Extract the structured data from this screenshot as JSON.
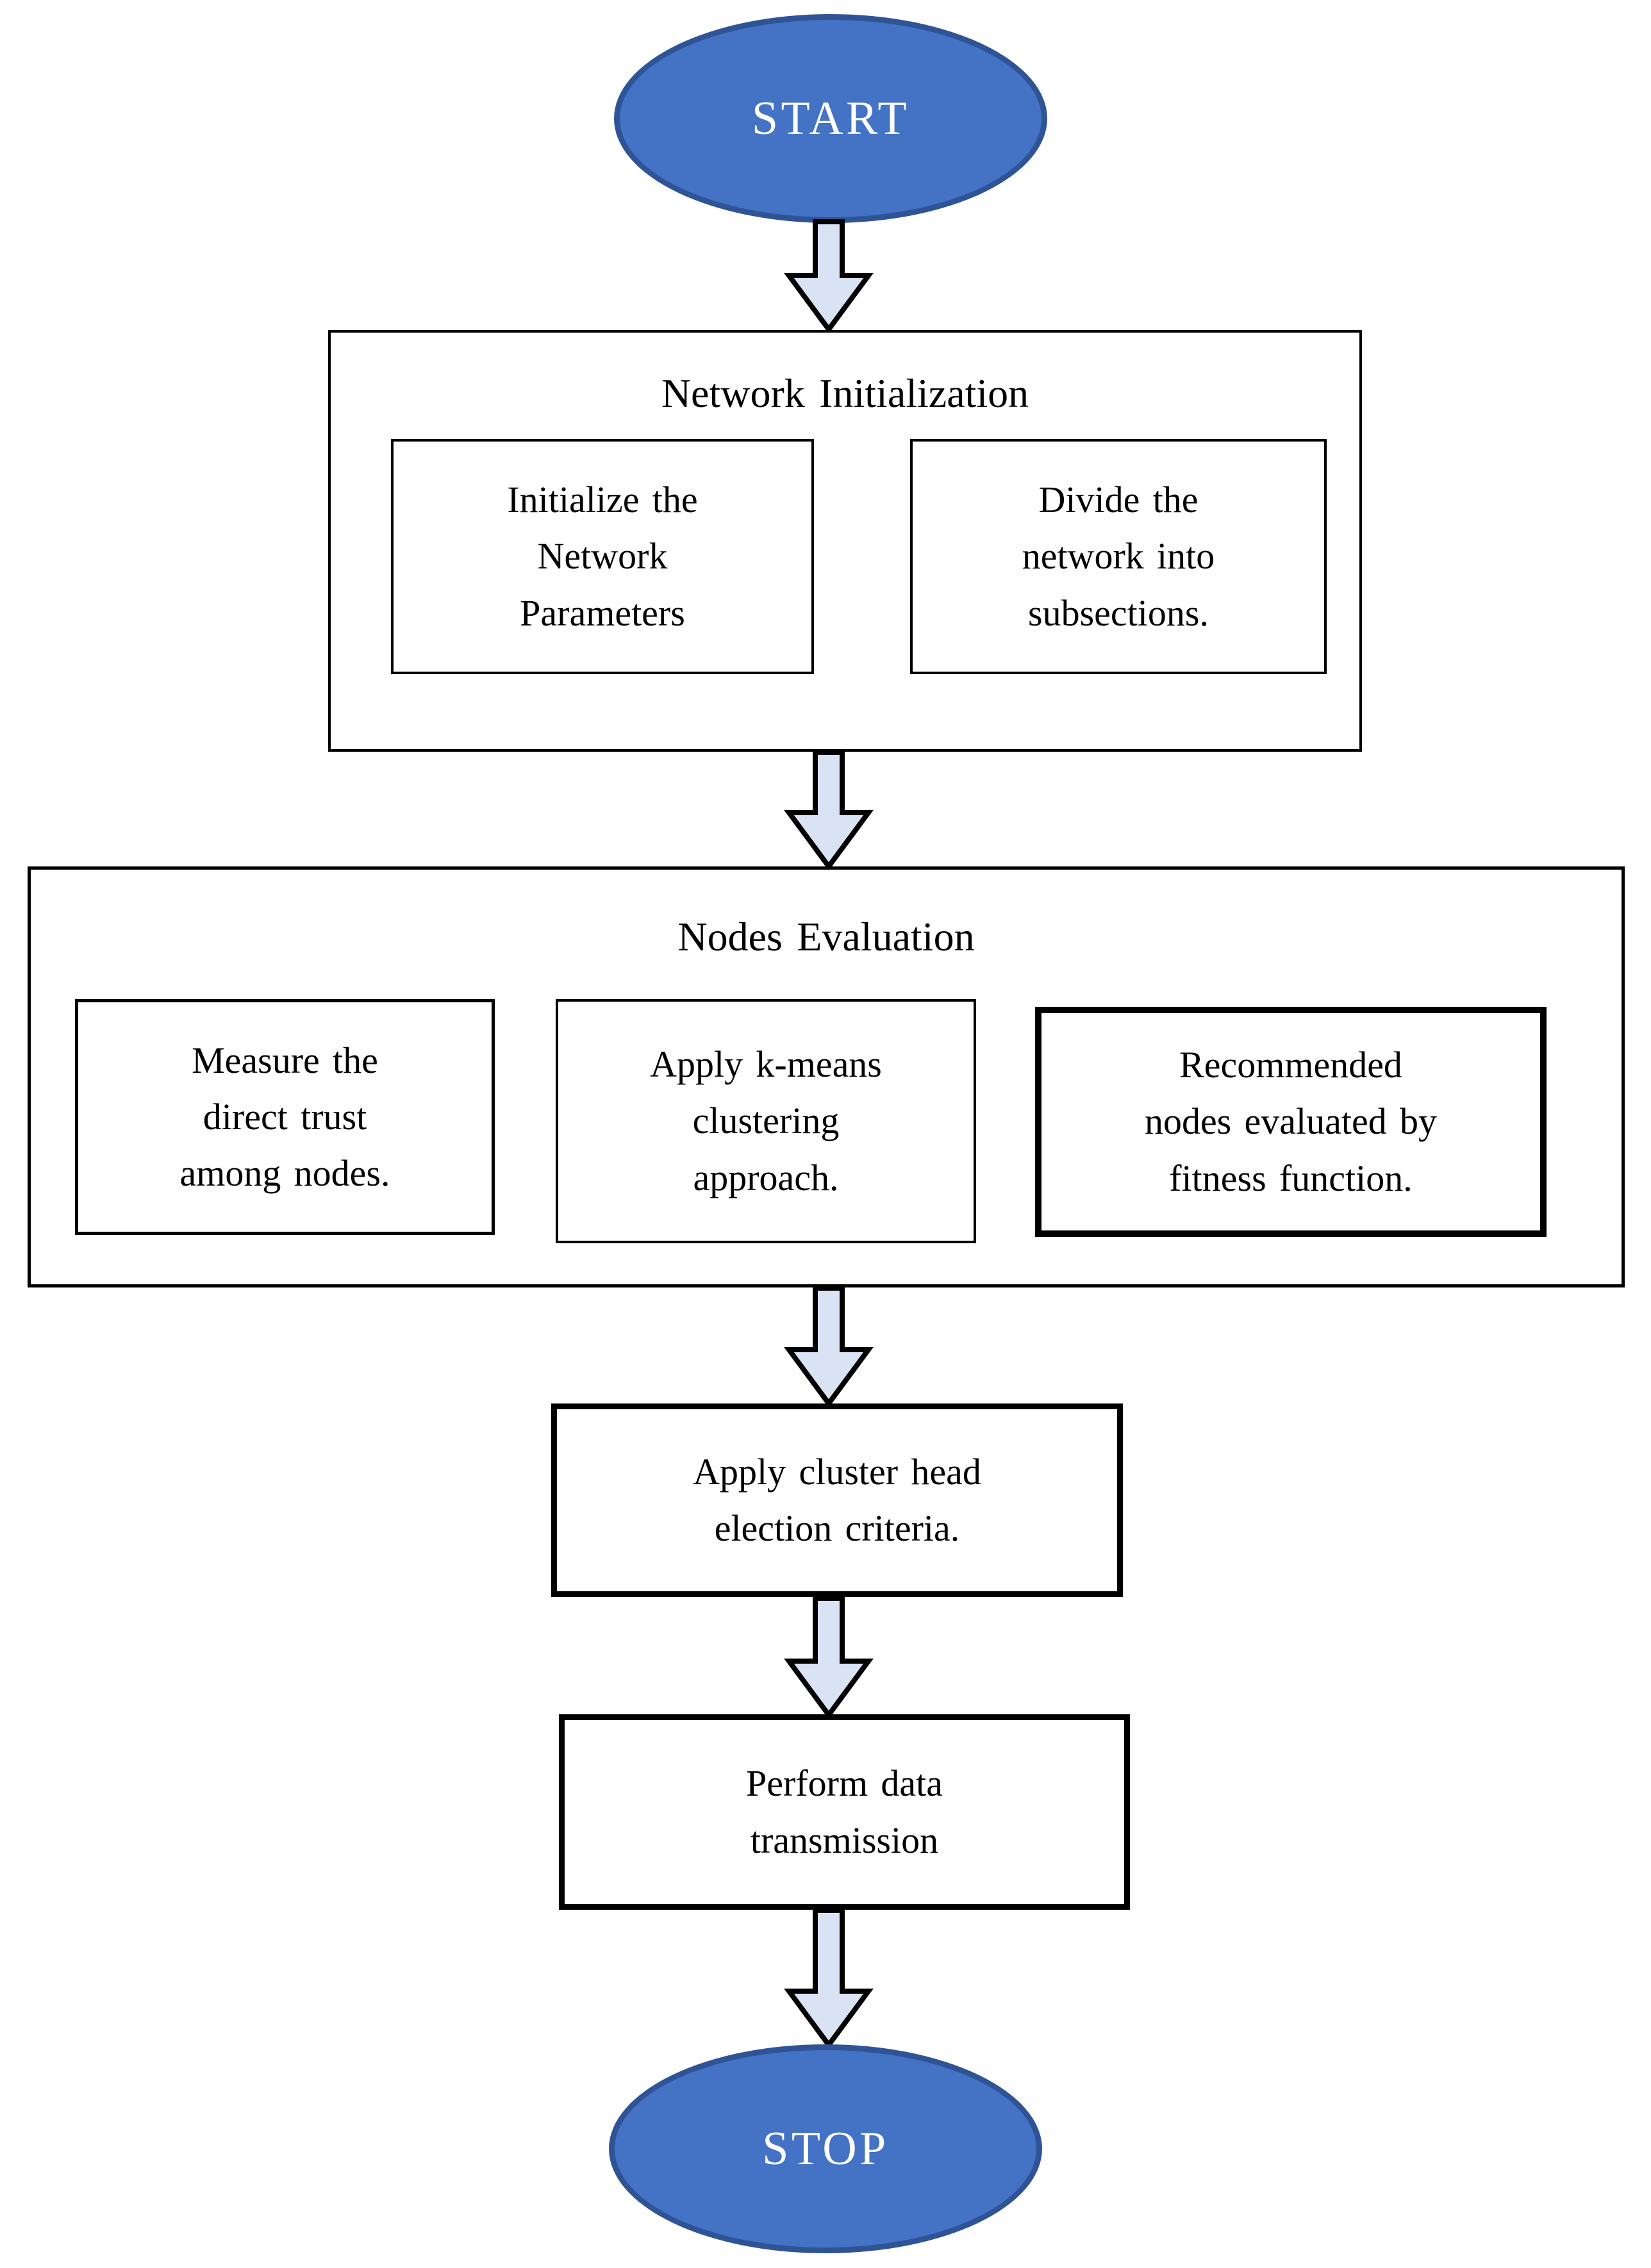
{
  "colors": {
    "background": "#ffffff",
    "terminator_fill": "#4472c4",
    "terminator_border": "#2f5496",
    "terminator_text": "#ffffff",
    "arrow_fill": "#dae3f3",
    "arrow_outline": "#000000",
    "box_border": "#000000",
    "box_fill": "#ffffff",
    "text": "#000000"
  },
  "flowchart": {
    "start": {
      "label": "START"
    },
    "network_initialization": {
      "title": "Network Initialization",
      "steps": [
        {
          "label": "Initialize the\nNetwork\nParameters"
        },
        {
          "label": "Divide the\nnetwork into\nsubsections."
        }
      ]
    },
    "nodes_evaluation": {
      "title": "Nodes Evaluation",
      "steps": [
        {
          "label": "Measure the\ndirect trust\namong nodes."
        },
        {
          "label": "Apply k-means\nclustering\napproach."
        },
        {
          "label": "Recommended\nnodes evaluated by\nfitness function."
        }
      ]
    },
    "apply_cluster_head": {
      "label": "Apply cluster head\nelection criteria."
    },
    "perform_data_transmission": {
      "label": "Perform data\ntransmission"
    },
    "stop": {
      "label": "STOP"
    }
  }
}
